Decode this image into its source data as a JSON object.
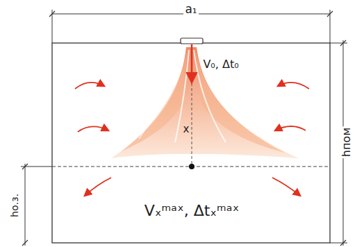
{
  "diagram": {
    "labels": [
      "a₁",
      "V₀, Δt₀",
      "x",
      "hпом",
      "hо.з.",
      "Vₓᵐᵃˣ, Δtₓᵐᵃˣ"
    ]
  }
}
